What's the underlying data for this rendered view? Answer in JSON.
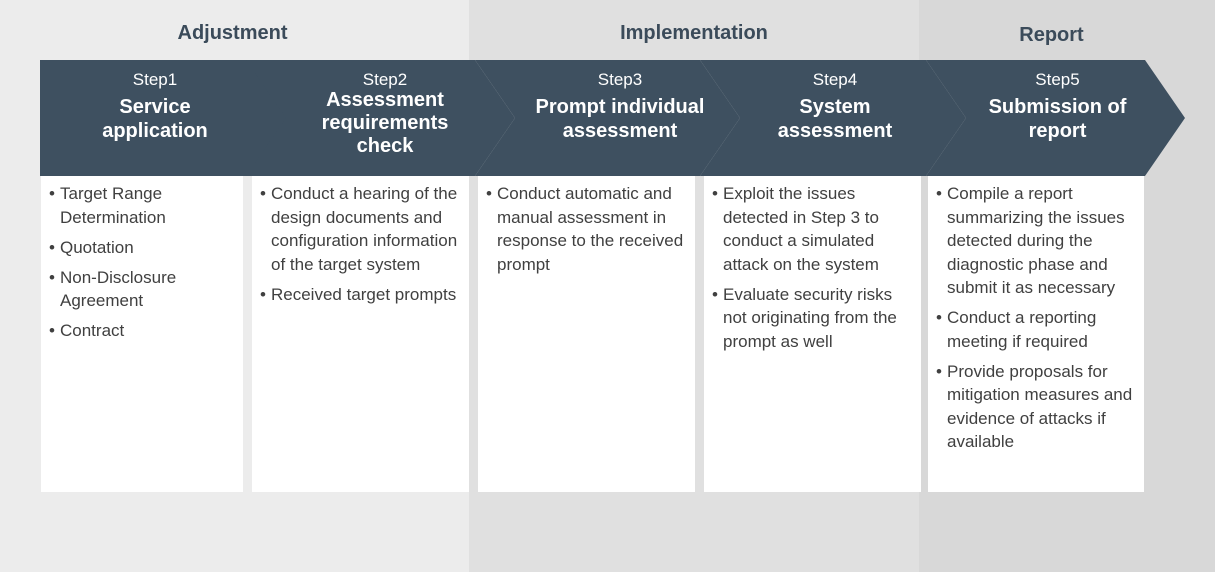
{
  "phases": {
    "adjustment": "Adjustment",
    "implementation": "Implementation",
    "report": "Report"
  },
  "colors": {
    "chevron": "#3e5060",
    "card": "#ffffff",
    "phase_title": "#3b4b5a"
  },
  "steps": [
    {
      "label": "Step1",
      "title": "Service\napplication",
      "bullets": [
        "Target Range Determination",
        "Quotation",
        "Non-Disclosure Agreement",
        "Contract"
      ]
    },
    {
      "label": "Step2",
      "title": "Assessment\nrequirements\ncheck",
      "bullets": [
        "Conduct a hearing of the design documents and configuration information of the target system",
        "Received target prompts"
      ]
    },
    {
      "label": "Step3",
      "title": "Prompt individual\nassessment",
      "bullets": [
        "Conduct automatic and manual assessment in response to the received prompt"
      ]
    },
    {
      "label": "Step4",
      "title": "System\nassessment",
      "bullets": [
        "Exploit the issues detected in Step 3 to conduct a simulated attack on the system",
        "Evaluate security risks not originating from the prompt as well"
      ]
    },
    {
      "label": "Step5",
      "title": "Submission of\nreport",
      "bullets": [
        "Compile a report summarizing the issues detected during the diagnostic phase and submit it as necessary",
        "Conduct a reporting meeting if required",
        "Provide proposals for mitigation measures and evidence of attacks if available"
      ]
    }
  ]
}
